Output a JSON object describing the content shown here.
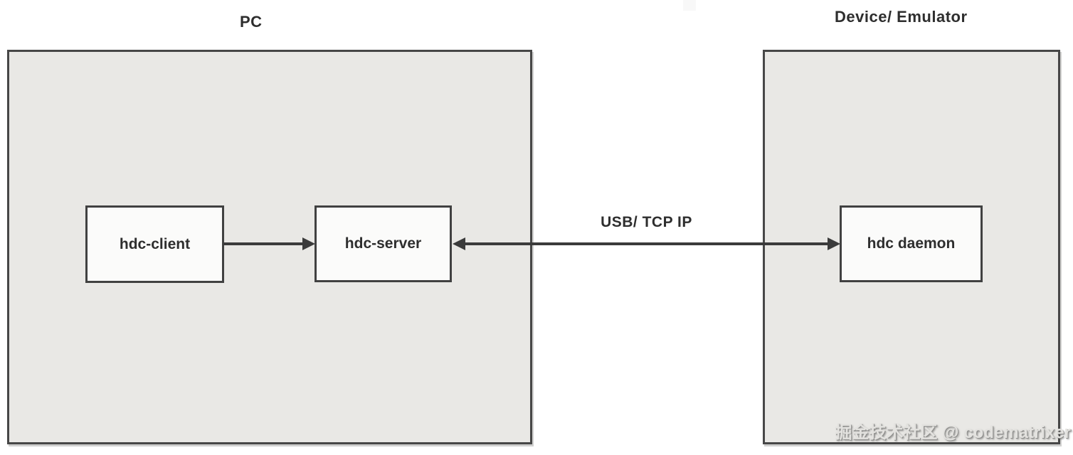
{
  "diagram": {
    "groups": [
      {
        "id": "pc",
        "label": "PC"
      },
      {
        "id": "device",
        "label": "Device/ Emulator"
      }
    ],
    "nodes": [
      {
        "id": "hdc-client",
        "label": "hdc-client",
        "group": "pc"
      },
      {
        "id": "hdc-server",
        "label": "hdc-server",
        "group": "pc"
      },
      {
        "id": "hdc-daemon",
        "label": "hdc daemon",
        "group": "device"
      }
    ],
    "edges": [
      {
        "from": "hdc-client",
        "to": "hdc-server",
        "label": "",
        "direction": "right"
      },
      {
        "from": "hdc-server",
        "to": "hdc-daemon",
        "label": "USB/ TCP IP",
        "direction": "both"
      }
    ],
    "colors": {
      "container_fill": "#e9e8e5",
      "container_border": "#474747",
      "node_fill": "#fbfbfa",
      "node_border": "#414141",
      "text": "#2e2e2e",
      "arrow": "#3b3b3b"
    }
  },
  "watermark": {
    "text": "掘金技术社区 @ codematrixer"
  }
}
